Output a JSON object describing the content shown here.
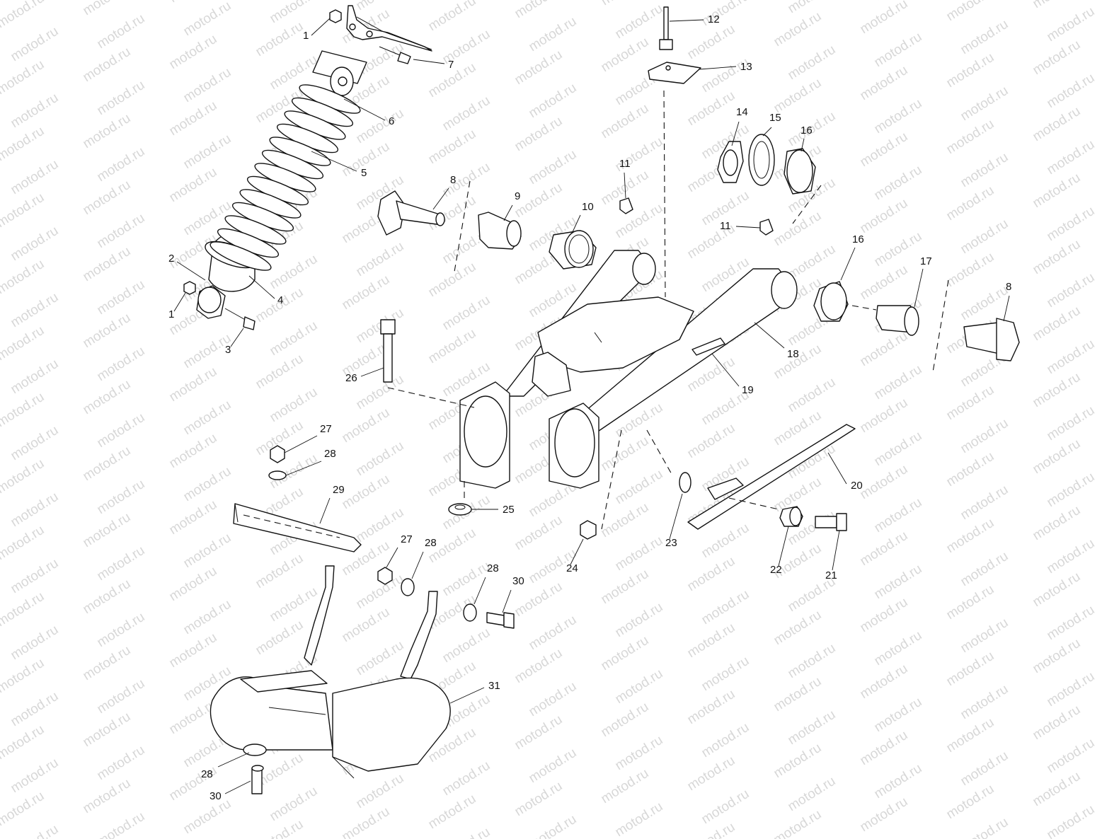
{
  "watermark": "motod.ru",
  "colors": {
    "line": "#111111",
    "background": "#ffffff",
    "watermark": "#b8b8b8"
  },
  "callouts": [
    {
      "id": "c1a",
      "text": "1"
    },
    {
      "id": "c7",
      "text": "7"
    },
    {
      "id": "c6",
      "text": "6"
    },
    {
      "id": "c5",
      "text": "5"
    },
    {
      "id": "c2",
      "text": "2"
    },
    {
      "id": "c4",
      "text": "4"
    },
    {
      "id": "c1b",
      "text": "1"
    },
    {
      "id": "c3",
      "text": "3"
    },
    {
      "id": "c8a",
      "text": "8"
    },
    {
      "id": "c9",
      "text": "9"
    },
    {
      "id": "c10",
      "text": "10"
    },
    {
      "id": "c11a",
      "text": "11"
    },
    {
      "id": "c12",
      "text": "12"
    },
    {
      "id": "c13",
      "text": "13"
    },
    {
      "id": "c14",
      "text": "14"
    },
    {
      "id": "c15",
      "text": "15"
    },
    {
      "id": "c16a",
      "text": "16"
    },
    {
      "id": "c11b",
      "text": "11"
    },
    {
      "id": "c16b",
      "text": "16"
    },
    {
      "id": "c17",
      "text": "17"
    },
    {
      "id": "c8b",
      "text": "8"
    },
    {
      "id": "c18",
      "text": "18"
    },
    {
      "id": "c19",
      "text": "19"
    },
    {
      "id": "c26",
      "text": "26"
    },
    {
      "id": "c27a",
      "text": "27"
    },
    {
      "id": "c28a",
      "text": "28"
    },
    {
      "id": "c29",
      "text": "29"
    },
    {
      "id": "c25",
      "text": "25"
    },
    {
      "id": "c20",
      "text": "20"
    },
    {
      "id": "c23",
      "text": "23"
    },
    {
      "id": "c24",
      "text": "24"
    },
    {
      "id": "c22",
      "text": "22"
    },
    {
      "id": "c21",
      "text": "21"
    },
    {
      "id": "c27b",
      "text": "27"
    },
    {
      "id": "c28b",
      "text": "28"
    },
    {
      "id": "c28c",
      "text": "28"
    },
    {
      "id": "c30a",
      "text": "30"
    },
    {
      "id": "c31",
      "text": "31"
    },
    {
      "id": "c28d",
      "text": "28"
    },
    {
      "id": "c30b",
      "text": "30"
    }
  ]
}
